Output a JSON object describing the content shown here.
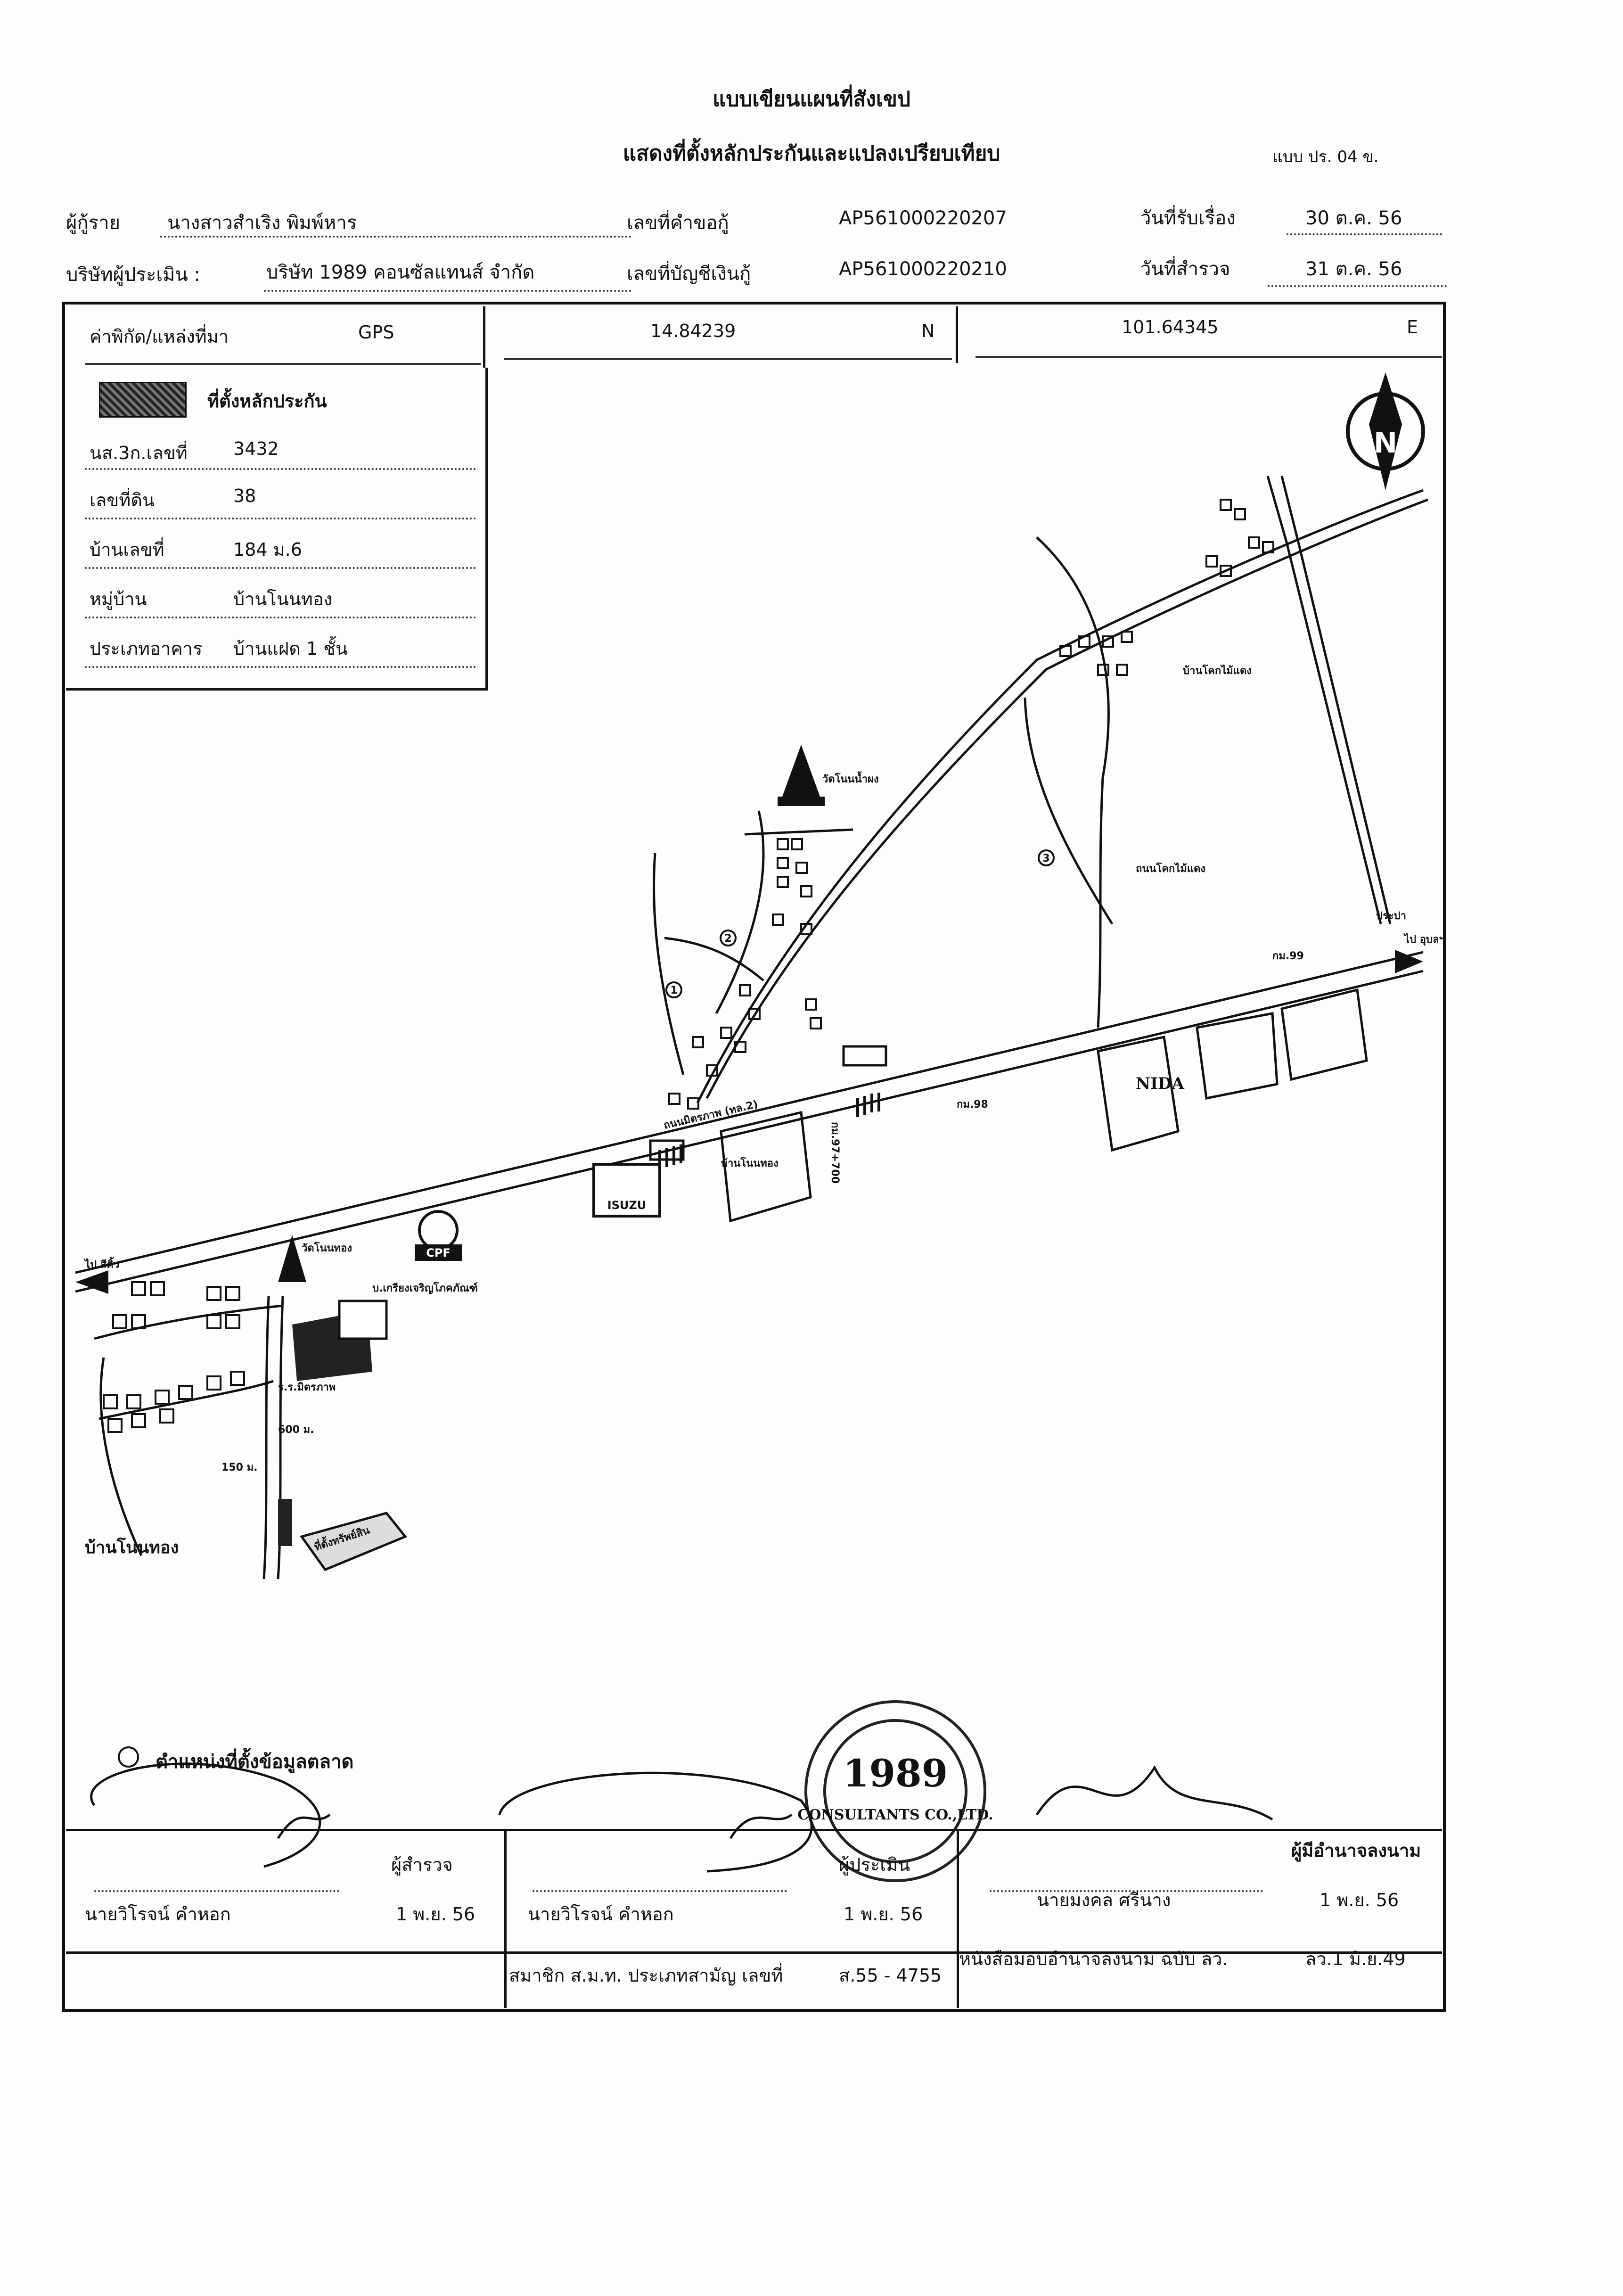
{
  "header": {
    "title": "แบบเขียนแผนที่สังเขป",
    "subtitle": "แสดงที่ตั้งหลักประกันและแปลงเปรียบเทียบ",
    "form_code": "แบบ ปร. 04 ข."
  },
  "info": {
    "borrower_label": "ผู้กู้ราย",
    "borrower_value": "นางสาวสำเริง พิมพ์หาร",
    "appraiser_label": "บริษัทผู้ประเมิน :",
    "appraiser_value": "บริษัท 1989 คอนซัลแทนส์ จำกัด",
    "request_no_label": "เลขที่คำขอกู้",
    "request_no_value": "AP561000220207",
    "account_no_label": "เลขที่บัญชีเงินกู้",
    "account_no_value": "AP561000220210",
    "received_label": "วันที่รับเรื่อง",
    "received_value": "30 ต.ค. 56",
    "survey_label": "วันที่สำรวจ",
    "survey_value": "31 ต.ค. 56"
  },
  "coordinates": {
    "label": "ค่าพิกัด/แหล่งที่มา",
    "source": "GPS",
    "lat": "14.84239",
    "lat_unit": "N",
    "lon": "101.64345",
    "lon_unit": "E"
  },
  "legend": {
    "collateral_label": "ที่ตั้งหลักประกัน",
    "deed_label": "นส.3ก.เลขที่",
    "deed_value": "3432",
    "land_no_label": "เลขที่ดิน",
    "land_no_value": "38",
    "house_no_label": "บ้านเลขที่",
    "house_no_value": "184 ม.6",
    "village_label": "หมู่บ้าน",
    "village_value": "บ้านโนนทอง",
    "building_type_label": "ประเภทอาคาร",
    "building_type_value": "บ้านแฝด 1 ชั้น"
  },
  "map": {
    "north": "N",
    "labels": {
      "to_ubon": "ไป อุบลฯ",
      "to_sikhio": "ไป สีคิ้ว",
      "mittraphap_road": "ถนนมิตรภาพ (ทล.2)",
      "nida": "NIDA",
      "isuzu": "ISUZU",
      "cpf": "CPF",
      "ban_nonthong": "บ้านโนนทอง",
      "ban_nonthong_map": "บ้านโนนทอง",
      "wat_nonthong": "วัดโนนทอง",
      "wat_top": "วัดโนนน้ำผง",
      "village_top": "บ้านโคกไม้แดง",
      "road_kokmaidaeng": "ถนนโคกไม้แดง",
      "km99": "กม.99",
      "km98": "กม.98",
      "pracha": "ประปา",
      "km_post": "กม.97+700",
      "dist_600": "600 ม.",
      "dist_150": "150 ม.",
      "collateral_tag": "ที่ตั้งทรัพย์สิน",
      "school": "ร.ร.มิตรภาพ",
      "factory": "บ.เกรียงเจริญโภคภัณฑ์",
      "n1": "1",
      "n2": "2",
      "n3": "3"
    }
  },
  "market_legend": "ตำแหน่งที่ตั้งข้อมูลตลาด",
  "signatures": {
    "surveyor_role": "ผู้สำรวจ",
    "surveyor_name": "นายวิโรจน์ คำหอก",
    "surveyor_date": "1 พ.ย. 56",
    "appraiser_role": "ผู้ประเมิน",
    "appraiser_name": "นายวิโรจน์ คำหอก",
    "appraiser_date": "1 พ.ย. 56",
    "member_label": "สมาชิก ส.ม.ท. ประเภทสามัญ เลขที่",
    "member_no": "ส.55 - 4755",
    "authorized_role": "ผู้มีอำนาจลงนาม",
    "authorized_name": "นายมงคล ศรีนาง",
    "authorized_date": "1 พ.ย. 56",
    "proxy_label": "หนังสือมอบอำนาจลงนาม ฉบับ ลว.",
    "proxy_date": "ลว.1 มิ.ย.49",
    "stamp_text": "1989",
    "stamp_sub": "CONSULTANTS CO.,LTD."
  }
}
